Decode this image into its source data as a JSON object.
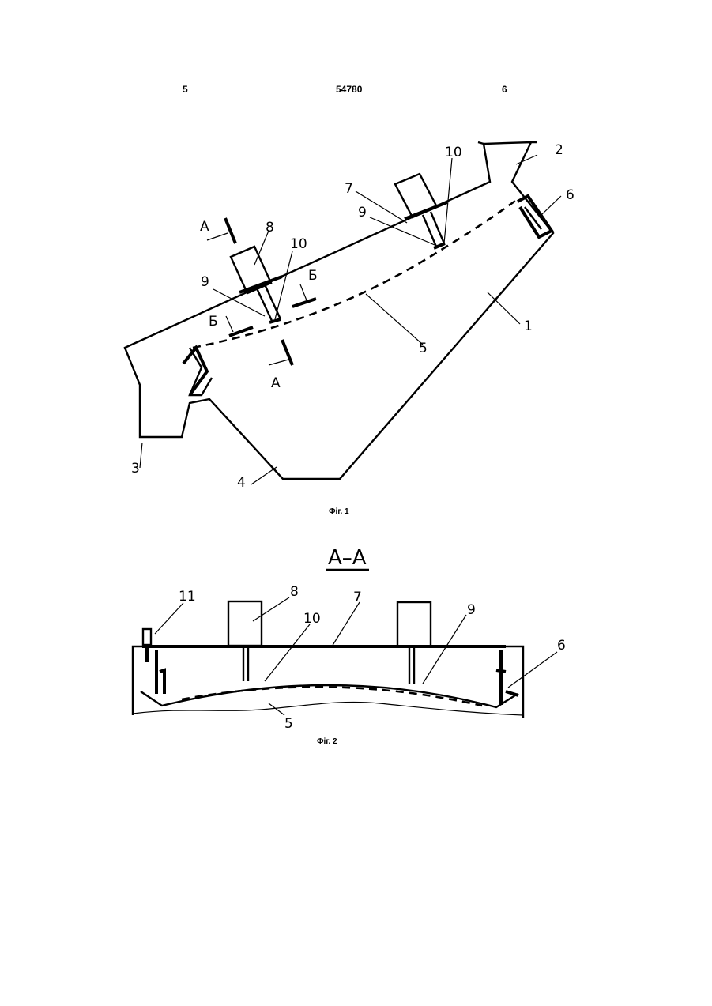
{
  "header": {
    "left": "5",
    "center": "54780",
    "right": "6"
  },
  "fig1": {
    "caption": "Фіг. 1",
    "labels": {
      "n1": "1",
      "n2": "2",
      "n3": "3",
      "n4": "4",
      "n5": "5",
      "n6": "6",
      "n7": "7",
      "n8": "8",
      "n9a": "9",
      "n9b": "9",
      "n10a": "10",
      "n10b": "10"
    },
    "section_marks": {
      "a_top": "А",
      "a_bottom": "А",
      "b_top": "Б",
      "b_bottom": "Б"
    }
  },
  "fig2": {
    "caption": "Фіг. 2",
    "section_title": "А–А",
    "labels": {
      "n5": "5",
      "n6": "6",
      "n7": "7",
      "n8": "8",
      "n9": "9",
      "n10": "10",
      "n11": "11"
    }
  }
}
